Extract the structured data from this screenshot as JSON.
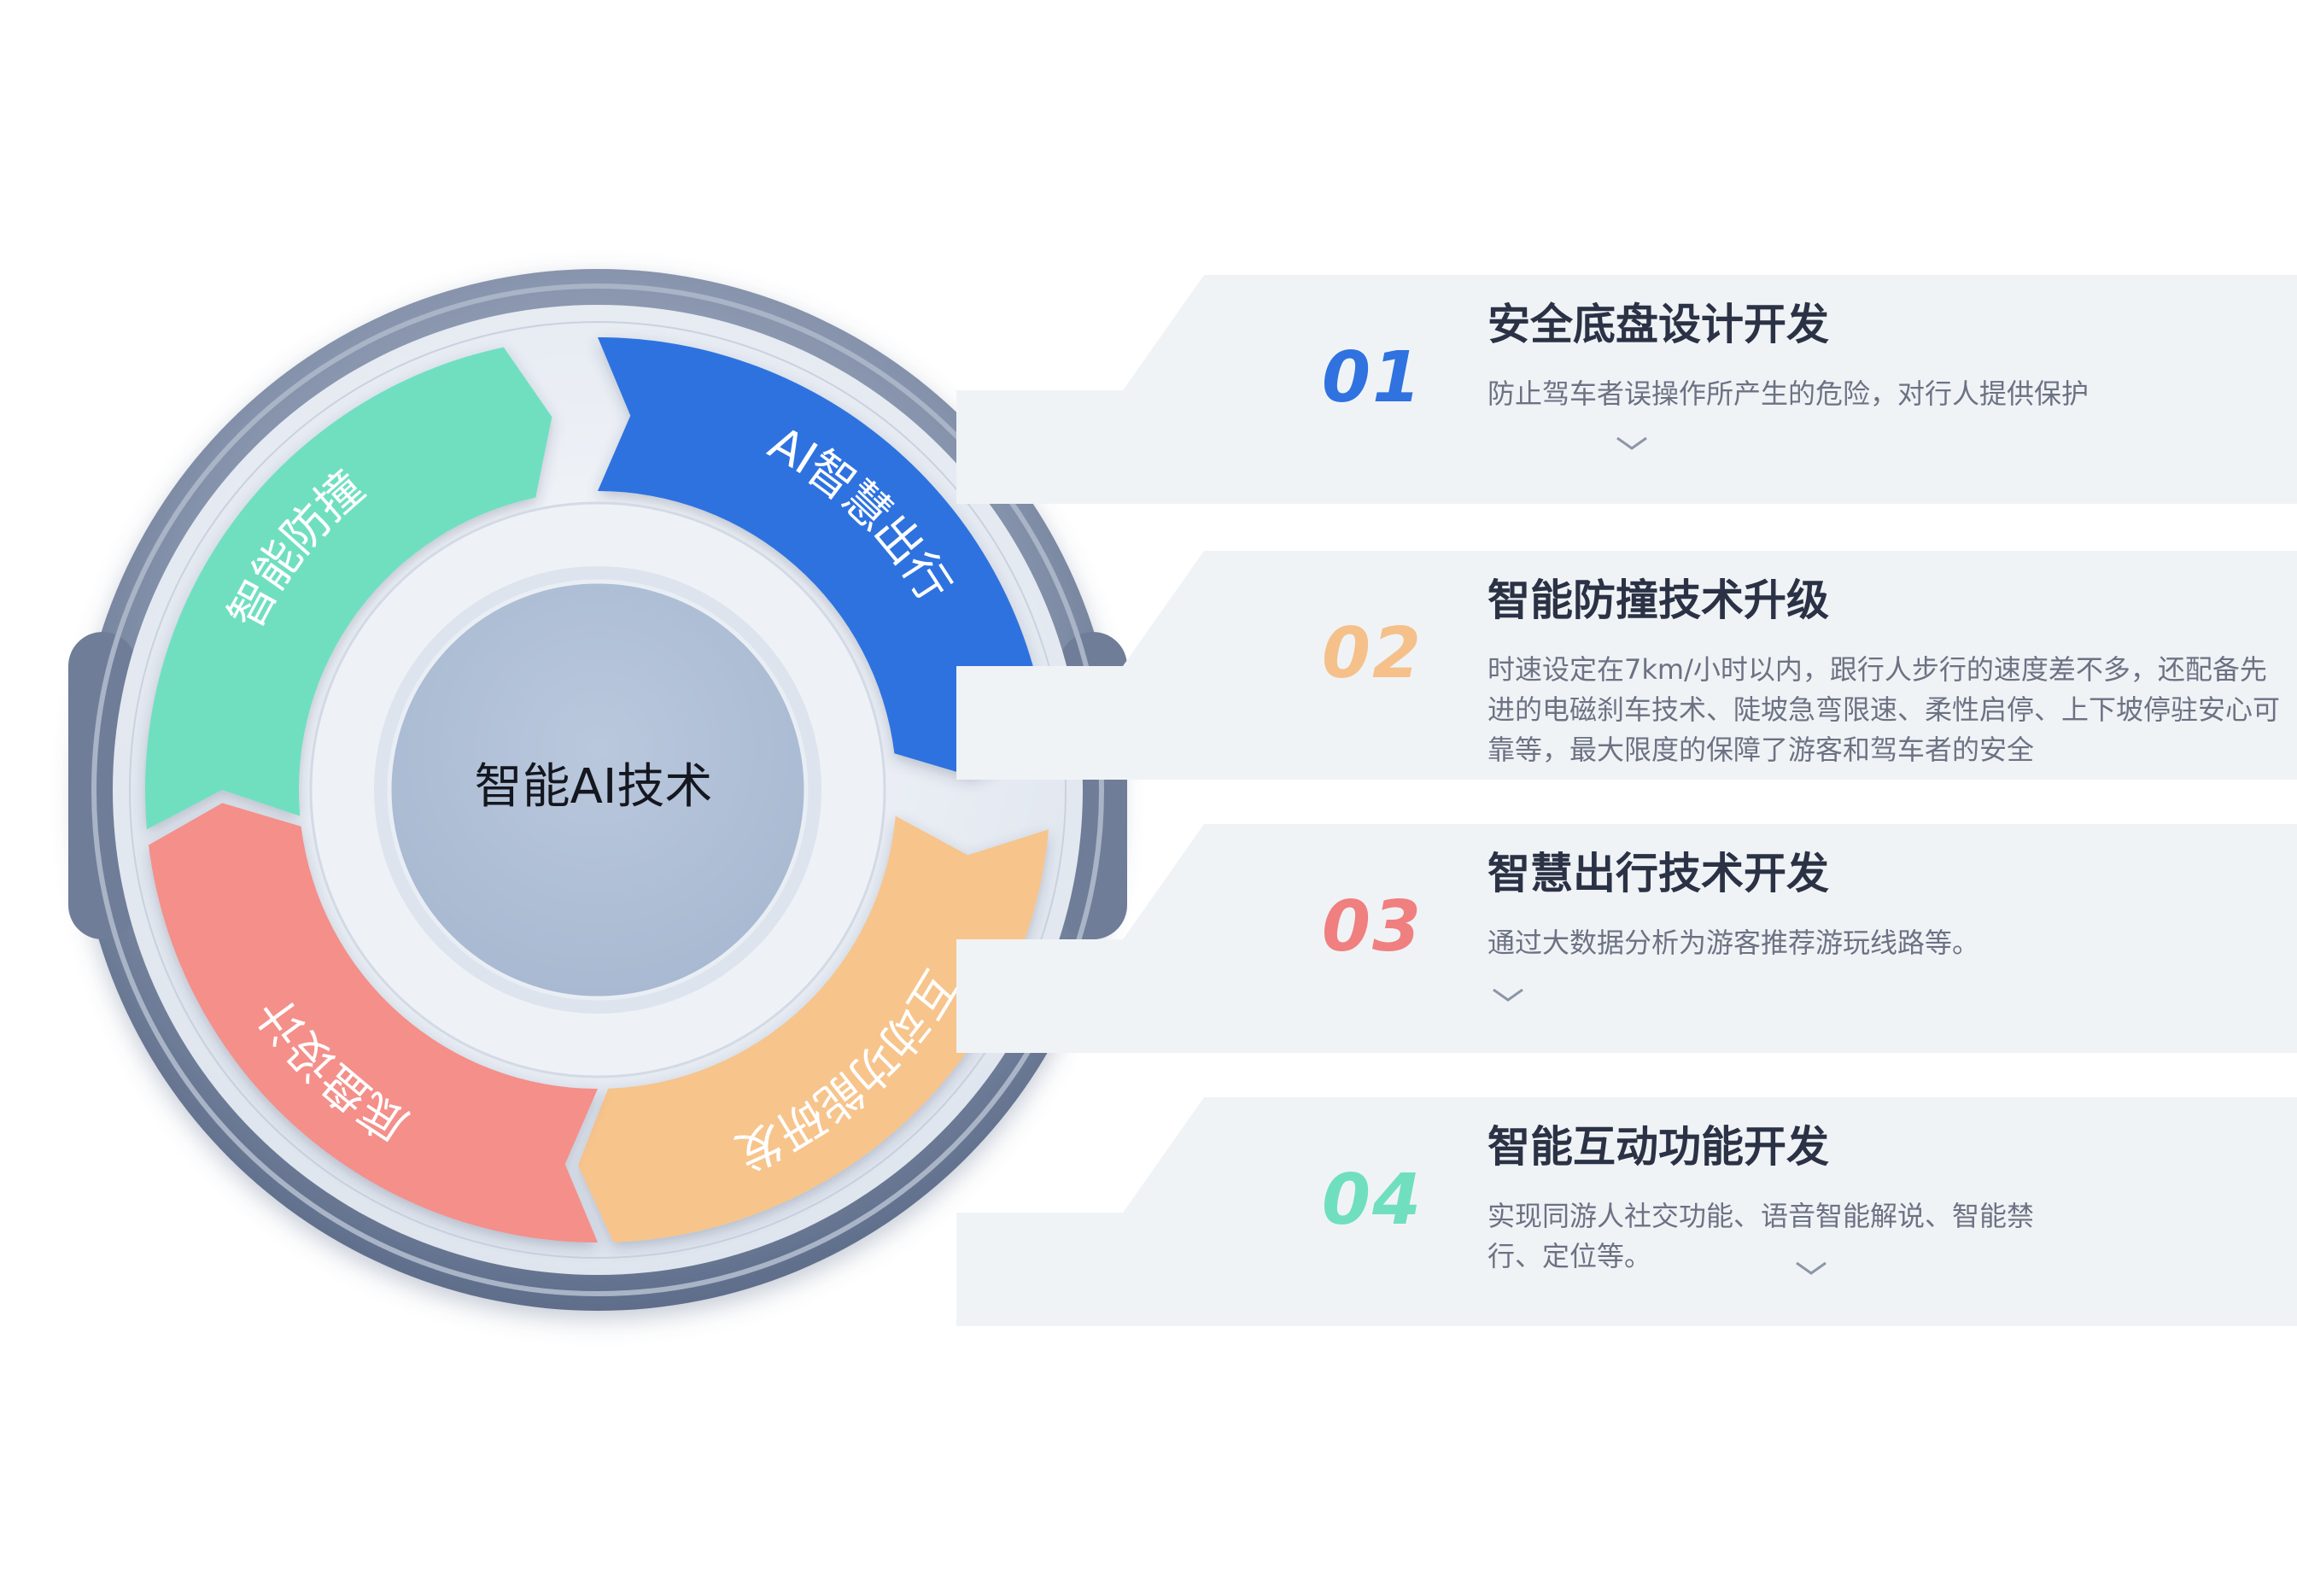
{
  "center_label": "智能AI技术",
  "segments": [
    {
      "label": "智能防撞",
      "color": "#6fdfc0"
    },
    {
      "label": "AI智慧出行",
      "color": "#2f72e0"
    },
    {
      "label": "互动功能研发",
      "color": "#f7c48c"
    },
    {
      "label": "底盘设计",
      "color": "#f48f8a"
    }
  ],
  "items": [
    {
      "number": "01",
      "title": "安全底盘设计开发",
      "desc": "防止驾车者误操作所产生的危险，对行人提供保护",
      "color": "#2f72e0"
    },
    {
      "number": "02",
      "title": "智能防撞技术升级",
      "desc": "时速设定在7km/小时以内，跟行人步行的速度差不多，还配备先进的电磁刹车技术、陡坡急弯限速、柔性启停、上下坡停驻安心可靠等，最大限度的保障了游客和驾车者的安全",
      "color": "#f5c08a"
    },
    {
      "number": "03",
      "title": "智慧出行技术开发",
      "desc": "通过大数据分析为游客推荐游玩线路等。",
      "color": "#f07f7f"
    },
    {
      "number": "04",
      "title": "智能互动功能开发",
      "desc": "实现同游人社交功能、语音智能解说、智能禁行、定位等。",
      "color": "#6fdfc0"
    }
  ]
}
